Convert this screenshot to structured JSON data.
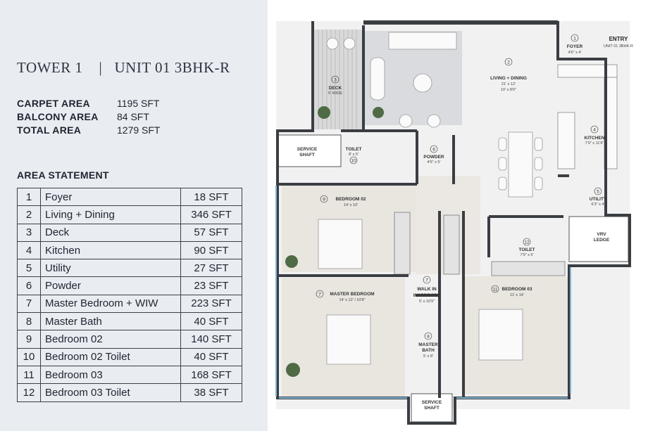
{
  "header": {
    "tower": "TOWER 1",
    "separator": "|",
    "unit": "UNIT 01 3BHK-R"
  },
  "areas": [
    {
      "label": "CARPET AREA",
      "value": "1195 SFT"
    },
    {
      "label": "BALCONY AREA",
      "value": "84 SFT"
    },
    {
      "label": "TOTAL AREA",
      "value": "1279 SFT"
    }
  ],
  "area_statement": {
    "title": "AREA STATEMENT",
    "rows": [
      {
        "no": "1",
        "room": "Foyer",
        "area": "18 SFT"
      },
      {
        "no": "2",
        "room": "Living + Dining",
        "area": "346 SFT"
      },
      {
        "no": "3",
        "room": "Deck",
        "area": "57 SFT"
      },
      {
        "no": "4",
        "room": "Kitchen",
        "area": "90 SFT"
      },
      {
        "no": "5",
        "room": "Utility",
        "area": "27 SFT"
      },
      {
        "no": "6",
        "room": "Powder",
        "area": "23 SFT"
      },
      {
        "no": "7",
        "room": "Master Bedroom + WIW",
        "area": "223 SFT"
      },
      {
        "no": "8",
        "room": "Master Bath",
        "area": "40 SFT"
      },
      {
        "no": "9",
        "room": "Bedroom 02",
        "area": "140 SFT"
      },
      {
        "no": "10",
        "room": "Bedroom 02 Toilet",
        "area": "40 SFT"
      },
      {
        "no": "11",
        "room": "Bedroom 03",
        "area": "168 SFT"
      },
      {
        "no": "12",
        "room": "Bedroom 03 Toilet",
        "area": "38 SFT"
      }
    ]
  },
  "plan": {
    "entry": {
      "title": "ENTRY",
      "unit": "UNIT 01 3BHK-R"
    },
    "rooms": {
      "foyer": {
        "no": "1",
        "name": "FOYER",
        "dim": "4'6\" x 4'"
      },
      "living": {
        "no": "2",
        "name": "LIVING + DINING",
        "dim": "21' x 12'",
        "dim2": "10' x 8'6\""
      },
      "deck": {
        "no": "3",
        "name": "DECK",
        "dim": "5' WIDE"
      },
      "kitchen": {
        "no": "4",
        "name": "KITCHEN",
        "dim": "7'9\" x 11'6\""
      },
      "utility": {
        "no": "5",
        "name": "UTILITY",
        "dim": "6'3\" x 4'"
      },
      "powder": {
        "no": "6",
        "name": "POWDER",
        "dim": "4'6\" x 5'"
      },
      "master": {
        "no": "7",
        "name": "MASTER BEDROOM",
        "dim": "14' x 12' / 10'8\""
      },
      "wardrobe": {
        "no": "7",
        "name": "WALK IN",
        "name2": "WARDROBE",
        "dim": "5' x 10'9\""
      },
      "mbath": {
        "no": "8",
        "name": "MASTER",
        "name2": "BATH",
        "dim": "5' x 8'"
      },
      "bed2": {
        "no": "9",
        "name": "BEDROOM 02",
        "dim": "14' x 10'"
      },
      "toilet2": {
        "no": "10",
        "name": "TOILET",
        "dim": "8' x 5'"
      },
      "bed3": {
        "no": "11",
        "name": "BEDROOM 03",
        "dim": "11' x 14'"
      },
      "toilet3": {
        "no": "12",
        "name": "TOILET",
        "dim": "7'9\" x 5'"
      }
    },
    "service_shaft": {
      "line1": "SERVICE",
      "line2": "SHAFT"
    },
    "vrv": {
      "line1": "VRV",
      "line2": "LEDGE"
    }
  },
  "colors": {
    "panel": "#e9ecf1",
    "wall": "#3a3d42",
    "floor": "#f1f1f1",
    "wood": "#e8e4dd",
    "rug": "#d9dbde",
    "glass": "#7fb6d6"
  }
}
